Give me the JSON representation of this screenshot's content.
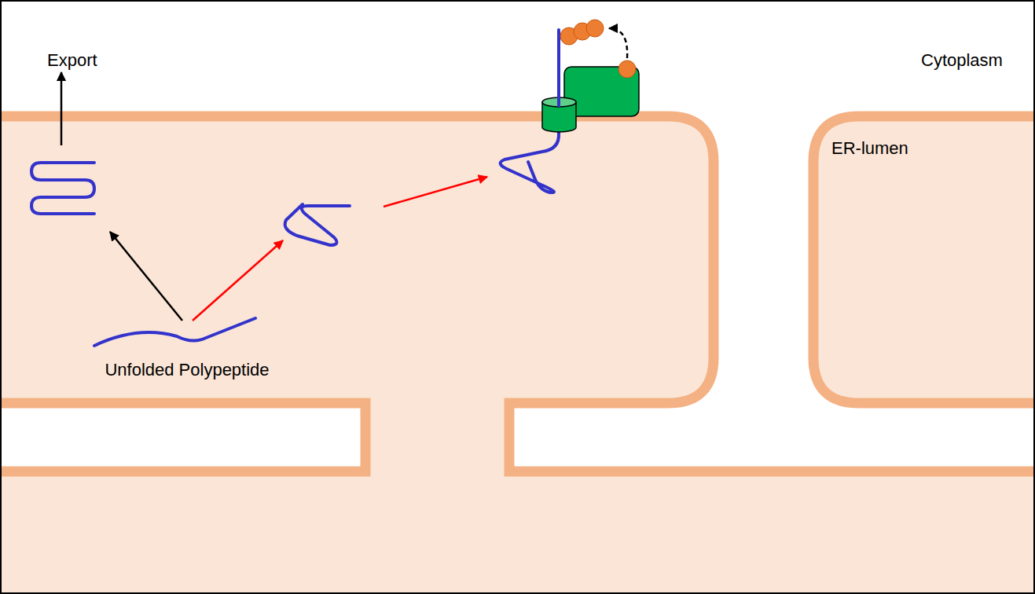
{
  "diagram": {
    "labels": [
      "Export",
      "Cytoplasm",
      "ER-lumen",
      "Unfolded Polypeptide"
    ]
  }
}
